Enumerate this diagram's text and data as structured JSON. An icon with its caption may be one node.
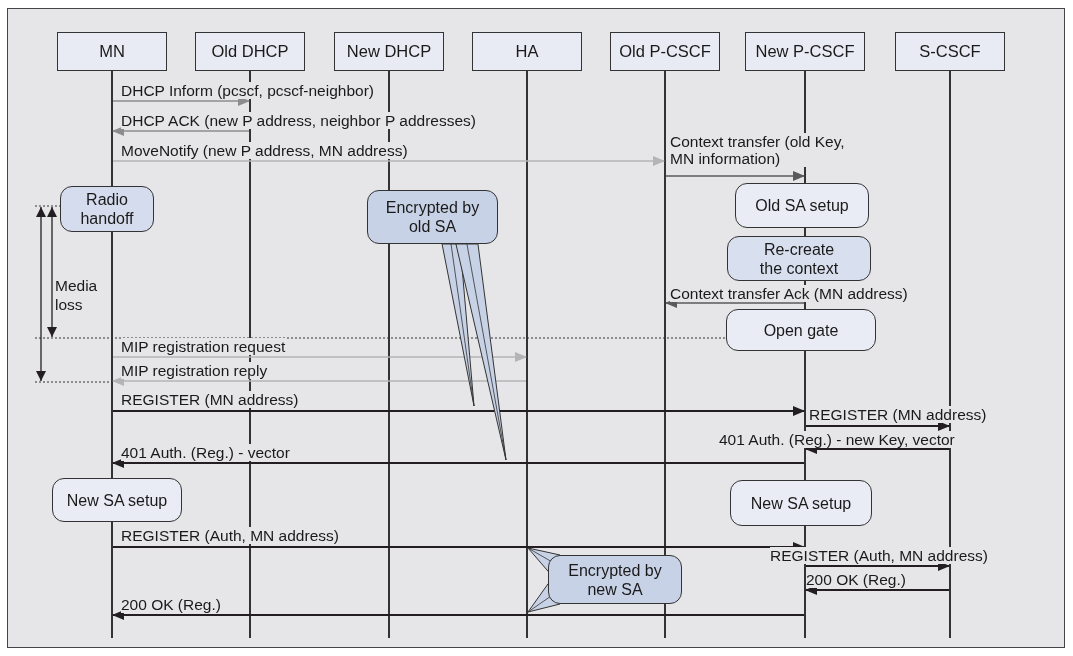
{
  "diagram": {
    "nodes": [
      {
        "text": [
          "MN"
        ]
      },
      {
        "text": [
          "Old DHCP"
        ]
      },
      {
        "text": [
          "New DHCP"
        ]
      },
      {
        "text": [
          "HA"
        ]
      },
      {
        "text": [
          "Old P-CSCF"
        ]
      },
      {
        "text": [
          "New P-CSCF"
        ]
      },
      {
        "text": [
          "S-CSCF"
        ]
      },
      {
        "text": [
          "Radio handoff"
        ]
      },
      {
        "text": [
          "Encrypted by old SA"
        ]
      },
      {
        "text": [
          "Old SA setup"
        ]
      },
      {
        "text": [
          "Re-create the context"
        ]
      },
      {
        "text": [
          "Open gate"
        ]
      },
      {
        "text": [
          "New SA setup"
        ]
      },
      {
        "text": [
          "New SA setup"
        ]
      },
      {
        "text": [
          "Encrypted by new SA"
        ]
      },
      {
        "text": [],
        "shape": "line"
      },
      {
        "text": [],
        "shape": "line"
      },
      {
        "text": [],
        "shape": "line"
      },
      {
        "text": [],
        "shape": "line"
      },
      {
        "text": [],
        "shape": "line"
      },
      {
        "text": [],
        "shape": "line"
      },
      {
        "text": [],
        "shape": "line"
      }
    ],
    "edges": [
      {
        "from": 15,
        "to": 16,
        "arrow": "to",
        "label": "DHCP Inform (pcscf, pcscf-neighbor)",
        "color": "#8c8c8c"
      },
      {
        "from": 16,
        "to": 15,
        "arrow": "to",
        "label": "DHCP ACK (new P address, neighbor P addresses)",
        "color": "#8c8c8c"
      },
      {
        "from": 15,
        "to": 19,
        "arrow": "to",
        "label": "MoveNotify (new P address, MN address)",
        "color": "#b4b4b4"
      },
      {
        "from": 19,
        "to": 20,
        "arrow": "to",
        "label": "Context transfer (old Key, MN information)",
        "color": "#5a5a5a"
      },
      {
        "from": 20,
        "to": 19,
        "arrow": "to",
        "label": "Context transfer Ack (MN address)",
        "color": "#5a5a5a"
      },
      {
        "from": 15,
        "to": 18,
        "arrow": "to",
        "label": "MIP registration request",
        "color": "#b4b4b4"
      },
      {
        "from": 18,
        "to": 15,
        "arrow": "to",
        "label": "MIP registration reply",
        "color": "#b4b4b4"
      },
      {
        "from": 15,
        "to": 20,
        "arrow": "to",
        "label": "REGISTER (MN address)"
      },
      {
        "from": 20,
        "to": 21,
        "arrow": "to",
        "label": "REGISTER (MN address)"
      },
      {
        "from": 21,
        "to": 20,
        "arrow": "to",
        "label": "401 Auth. (Reg.) - new Key, vector"
      },
      {
        "from": 20,
        "to": 15,
        "arrow": "to",
        "label": "401 Auth. (Reg.) - vector"
      },
      {
        "from": 15,
        "to": 20,
        "arrow": "to",
        "label": "REGISTER (Auth, MN address)"
      },
      {
        "from": 20,
        "to": 21,
        "arrow": "to",
        "label": "REGISTER (Auth, MN address)"
      },
      {
        "from": 21,
        "to": 20,
        "arrow": "to",
        "label": "200 OK (Reg.)"
      },
      {
        "from": 20,
        "to": 15,
        "arrow": "to",
        "label": "200 OK (Reg.)"
      },
      {
        "from": 8,
        "to": null,
        "arrow": "none"
      },
      {
        "from": 8,
        "to": null,
        "arrow": "none"
      },
      {
        "from": 14,
        "to": 18,
        "arrow": "none"
      },
      {
        "from": 14,
        "to": 18,
        "arrow": "none"
      }
    ],
    "labels": [
      "Media loss"
    ]
  }
}
